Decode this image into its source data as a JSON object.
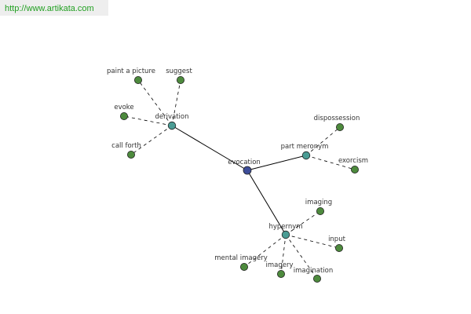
{
  "header": {
    "url": "http://www.artikata.com"
  },
  "graph": {
    "colors": {
      "root": "#3d4d99",
      "relation": "#4a9c94",
      "leaf": "#4d8a3d",
      "node_stroke": "#222222",
      "edge": "#000000"
    },
    "root": {
      "label": "evocation"
    },
    "relations": [
      {
        "label": "derivation",
        "leaves": [
          "paint a picture",
          "suggest",
          "evoke",
          "call forth"
        ]
      },
      {
        "label": "part meronym",
        "leaves": [
          "dispossession",
          "exorcism"
        ]
      },
      {
        "label": "hypernym",
        "leaves": [
          "imaging",
          "input",
          "mental imagery",
          "imagery",
          "imagination"
        ]
      }
    ]
  }
}
